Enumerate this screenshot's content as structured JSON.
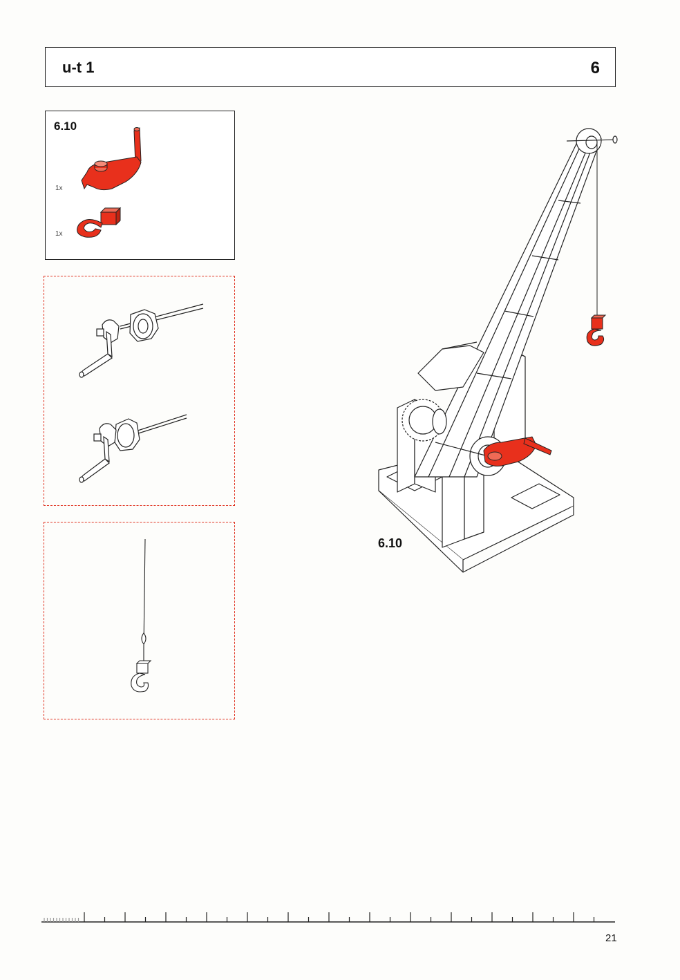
{
  "header": {
    "title": "u-t 1",
    "chapter": "6"
  },
  "parts_list": {
    "step": "6.10",
    "items": [
      {
        "icon": "crank-handle-icon",
        "qty": "1x"
      },
      {
        "icon": "crane-hook-icon",
        "qty": "1x"
      }
    ]
  },
  "main_step_label": "6.10",
  "page_number": "21",
  "colors": {
    "part_highlight": "#e8301c",
    "dashed_border": "#e0301e",
    "line": "#222222"
  }
}
